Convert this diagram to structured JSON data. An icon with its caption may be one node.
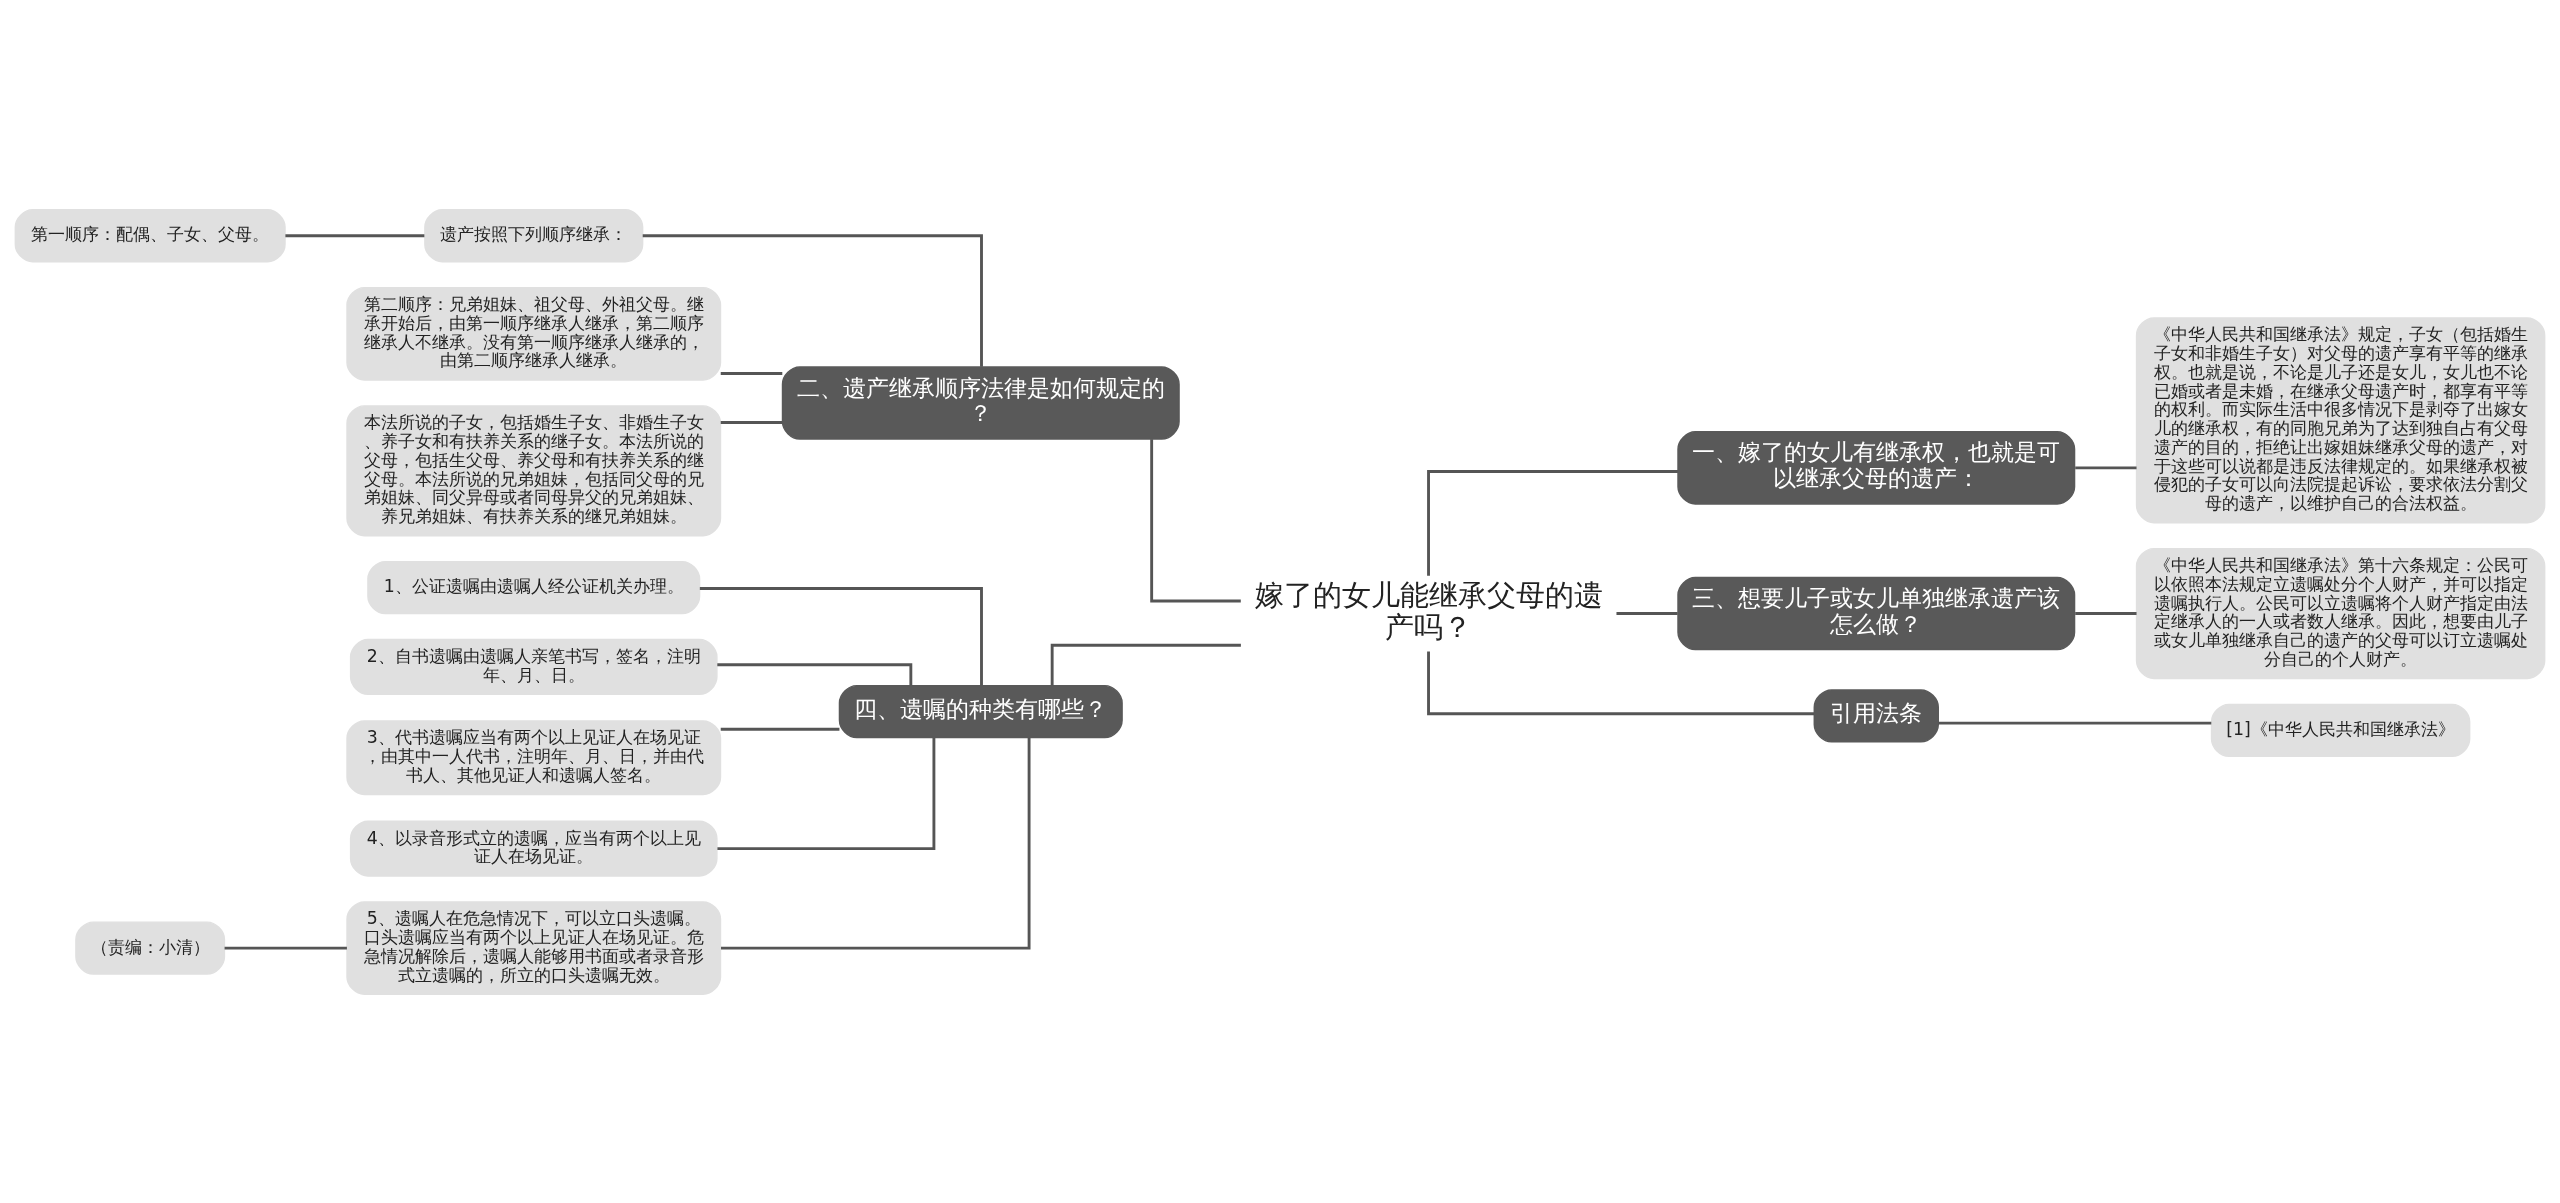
{
  "diagram": {
    "nodes": [
      {
        "text": [
          "嫁了的女儿能继承父母的遗产吗？"
        ]
      },
      {
        "text": [
          "二、遗产继承顺序法律是如何规定的？"
        ]
      },
      {
        "text": [
          "遗产按照下列顺序继承："
        ]
      },
      {
        "text": [
          "第一顺序：配偶、子女、父母。"
        ]
      },
      {
        "text": [
          "第二顺序：兄弟姐妹、祖父母、外祖父母。继承开始后，由第一顺序继承人继承，第二顺序继承人不继承。没有第一顺序继承人继承的，由第二顺序继承人继承。"
        ]
      },
      {
        "text": [
          "本法所说的子女，包括婚生子女、非婚生子女、养子女和有扶养关系的继子女。本法所说的父母，包括生父母、养父母和有扶养关系的继父母。本法所说的兄弟姐妹，包括同父母的兄弟姐妹、同父异母或者同母异父的兄弟姐妹、养兄弟姐妹、有扶养关系的继兄弟姐妹。"
        ]
      },
      {
        "text": [
          "四、遗嘱的种类有哪些？"
        ]
      },
      {
        "text": [
          "1、公证遗嘱由遗嘱人经公证机关办理。"
        ]
      },
      {
        "text": [
          "2、自书遗嘱由遗嘱人亲笔书写，签名，注明年、月、日。"
        ]
      },
      {
        "text": [
          "3、代书遗嘱应当有两个以上见证人在场见证，由其中一人代书，注明年、月、日，并由代书人、其他见证人和遗嘱人签名。"
        ]
      },
      {
        "text": [
          "4、以录音形式立的遗嘱，应当有两个以上见证人在场见证。"
        ]
      },
      {
        "text": [
          "5、遗嘱人在危急情况下，可以立口头遗嘱。口头遗嘱应当有两个以上见证人在场见证。危急情况解除后，遗嘱人能够用书面或者录音形式立遗嘱的，所立的口头遗嘱无效。"
        ]
      },
      {
        "text": [
          "（责编：小清）"
        ]
      },
      {
        "text": [
          "一、嫁了的女儿有继承权，也就是可以继承父母的遗产："
        ]
      },
      {
        "text": [
          "《中华人民共和国继承法》规定，子女（包括婚生子女和非婚生子女）对父母的遗产享有平等的继承权。也就是说，不论是儿子还是女儿，女儿也不论已婚或者是未婚，在继承父母遗产时，都享有平等的权利。而实际生活中很多情况下是剥夺了出嫁女儿的继承权，有的同胞兄弟为了达到独自占有父母遗产的目的，拒绝让出嫁姐妹继承父母的遗产，对于这些可以说都是违反法律规定的。如果继承权被侵犯的子女可以向法院提起诉讼，要求依法分割父母的遗产，以维护自己的合法权益。"
        ]
      },
      {
        "text": [
          "三、想要儿子或女儿单独继承遗产该怎么做？"
        ]
      },
      {
        "text": [
          "《中华人民共和国继承法》第十六条规定：公民可以依照本法规定立遗嘱处分个人财产，并可以指定遗嘱执行人。公民可以立遗嘱将个人财产指定由法定继承人的一人或者数人继承。因此，想要由儿子或女儿单独继承自己的遗产的父母可以订立遗嘱处分自己的个人财产。"
        ]
      },
      {
        "text": [
          "引用法条"
        ]
      },
      {
        "text": [
          "[1]《中华人民共和国继承法》"
        ]
      }
    ],
    "edges": [
      {
        "from": 0,
        "to": 1,
        "arrow": "none"
      },
      {
        "from": 1,
        "to": 2,
        "arrow": "none"
      },
      {
        "from": 2,
        "to": 3,
        "arrow": "none"
      },
      {
        "from": 1,
        "to": 4,
        "arrow": "none"
      },
      {
        "from": 1,
        "to": 5,
        "arrow": "none"
      },
      {
        "from": 0,
        "to": 6,
        "arrow": "none"
      },
      {
        "from": 6,
        "to": 7,
        "arrow": "none"
      },
      {
        "from": 6,
        "to": 8,
        "arrow": "none"
      },
      {
        "from": 6,
        "to": 9,
        "arrow": "none"
      },
      {
        "from": 6,
        "to": 10,
        "arrow": "none"
      },
      {
        "from": 6,
        "to": 11,
        "arrow": "none"
      },
      {
        "from": 11,
        "to": 12,
        "arrow": "none"
      },
      {
        "from": 0,
        "to": 13,
        "arrow": "none"
      },
      {
        "from": 13,
        "to": 14,
        "arrow": "none"
      },
      {
        "from": 0,
        "to": 15,
        "arrow": "none"
      },
      {
        "from": 15,
        "to": 16,
        "arrow": "none"
      },
      {
        "from": 0,
        "to": 17,
        "arrow": "none"
      },
      {
        "from": 17,
        "to": 18,
        "arrow": "none"
      }
    ]
  }
}
